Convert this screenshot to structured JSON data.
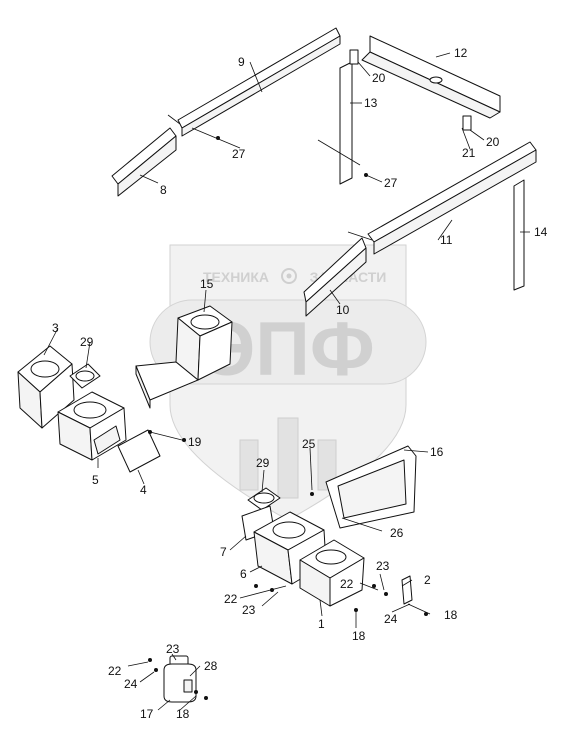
{
  "watermark": {
    "brand_top": "ТЕХНИКА",
    "brand_bottom": "ЗАПЧАСТИ",
    "logo_letters": "ЭПФ"
  },
  "callouts": {
    "p1": "1",
    "p2": "2",
    "p3": "3",
    "p4": "4",
    "p5": "5",
    "p6": "6",
    "p7": "7",
    "p8": "8",
    "p9": "9",
    "p10": "10",
    "p11": "11",
    "p12": "12",
    "p13": "13",
    "p14": "14",
    "p15": "15",
    "p16": "16",
    "p17": "17",
    "p18a": "18",
    "p18b": "18",
    "p18c": "18",
    "p19": "19",
    "p20a": "20",
    "p20b": "20",
    "p21": "21",
    "p22a": "22",
    "p22b": "22",
    "p22c": "22",
    "p23a": "23",
    "p23b": "23",
    "p23c": "23",
    "p24a": "24",
    "p24b": "24",
    "p25": "25",
    "p26": "26",
    "p27a": "27",
    "p27b": "27",
    "p28": "28",
    "p29a": "29",
    "p29b": "29"
  }
}
